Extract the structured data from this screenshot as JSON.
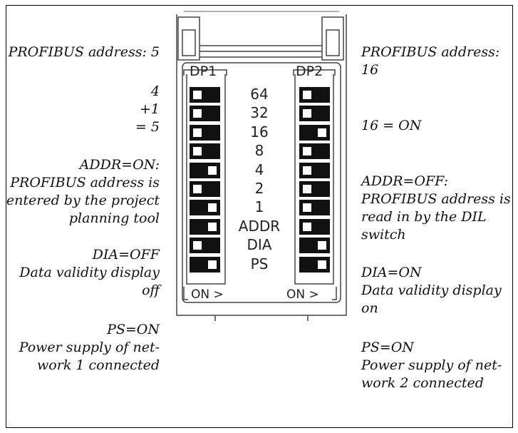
{
  "left_notes": [
    "PROFIBUS address: 5",
    "4\n+1\n= 5",
    "ADDR=ON:\nPROFIBUS address is\nentered by the project\nplanning tool",
    "DIA=OFF\nData validity display\noff",
    "PS=ON\nPower supply of net-\nwork 1 connected"
  ],
  "right_notes": [
    "PROFIBUS address:\n16",
    "16 = ON",
    "ADDR=OFF:\nPROFIBUS address is\nread in by the DIL\nswitch",
    "DIA=ON\nData validity display\non",
    "PS=ON\nPower supply of net-\nwork 2 connected"
  ],
  "module": {
    "left_block_label": "DP1",
    "right_block_label": "DP2",
    "on_label": "ON >",
    "switch_labels": [
      "64",
      "32",
      "16",
      "8",
      "4",
      "2",
      "1",
      "ADDR",
      "DIA",
      "PS"
    ],
    "dp1_states": [
      "off",
      "off",
      "off",
      "off",
      "on",
      "off",
      "on",
      "on",
      "off",
      "on"
    ],
    "dp2_states": [
      "off",
      "off",
      "on",
      "off",
      "off",
      "off",
      "off",
      "off",
      "on",
      "on"
    ]
  }
}
